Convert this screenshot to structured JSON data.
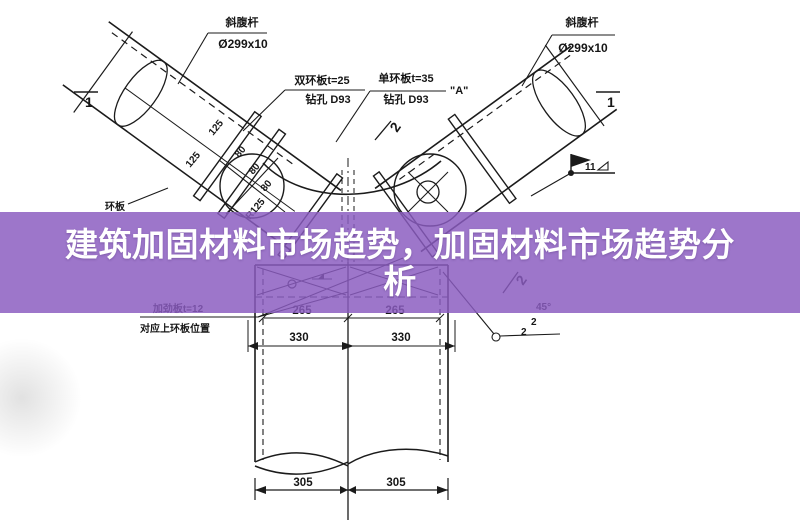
{
  "banner": {
    "line1": "建筑加固材料市场趋势，加固材料市场趋势分",
    "line2": "析",
    "bg_color": "#9a6fc4",
    "text_color": "#ffffff"
  },
  "drawing": {
    "members": {
      "left_name": "斜腹杆",
      "left_size": "Ø299x10",
      "right_name": "斜腹杆",
      "right_size": "Ø299x10"
    },
    "callouts": {
      "double_ring": "双环板t=25",
      "drill_left": "钻孔 D93",
      "single_ring": "单环板t=35",
      "drill_right": "钻孔 D93",
      "mark_a": "\"A\"",
      "stiffener": "加劲板t=12",
      "stiffener_note": "对应上环板位置",
      "ring_plate": "环板",
      "weld_size": "11",
      "angle_45": "45°",
      "weld_num_top": "2",
      "weld_num_bottom": "2"
    },
    "section_marks": {
      "one": "1",
      "two": "2"
    },
    "dims": {
      "d125": "125",
      "d80": "80",
      "radius": "R125",
      "d265": "265",
      "d330": "330",
      "d305": "305"
    },
    "line_color": "#1b1b1b"
  }
}
